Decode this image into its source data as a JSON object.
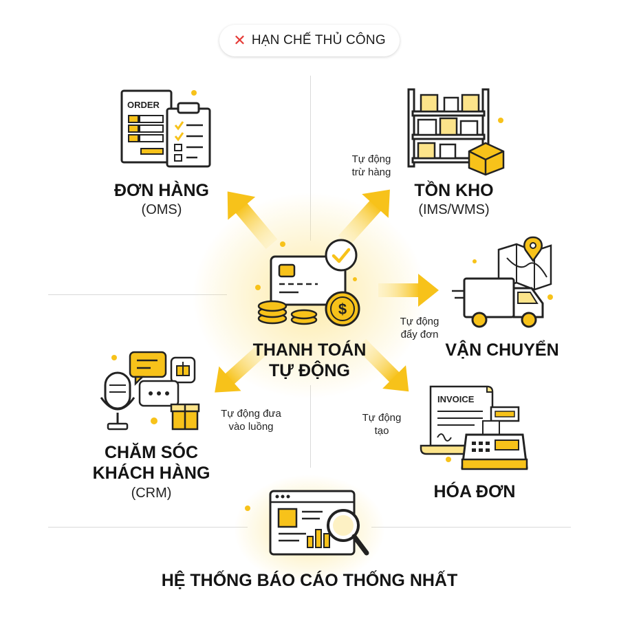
{
  "header": {
    "badge_icon": "cross-icon",
    "badge_label": "HẠN CHẾ THỦ CÔNG"
  },
  "center": {
    "title_line1": "THANH TOÁN",
    "title_line2": "TỰ ĐỘNG"
  },
  "nodes": {
    "orders": {
      "title": "ĐƠN HÀNG",
      "subtitle": "(OMS)",
      "icon_label": "ORDER"
    },
    "inventory": {
      "title": "TỒN KHO",
      "subtitle": "(IMS/WMS)",
      "note_line1": "Tự động",
      "note_line2": "trừ hàng"
    },
    "shipping": {
      "title": "VẬN CHUYỂN",
      "note_line1": "Tự động",
      "note_line2": "đẩy đơn"
    },
    "invoice": {
      "title": "HÓA ĐƠN",
      "icon_label": "INVOICE",
      "note_line1": "Tự động",
      "note_line2": "tạo"
    },
    "crm": {
      "title_line1": "CHĂM SÓC",
      "title_line2": "KHÁCH HÀNG",
      "subtitle": "(CRM)",
      "note_line1": "Tự động đưa",
      "note_line2": "vào luồng"
    },
    "report": {
      "title": "HỆ THỐNG BÁO CÁO THỐNG NHẤT"
    }
  },
  "colors": {
    "accent": "#F7C21A",
    "accent_light": "#FCE48A",
    "accent_dark": "#E0A800",
    "outline": "#222222",
    "cross": "#E53935"
  }
}
